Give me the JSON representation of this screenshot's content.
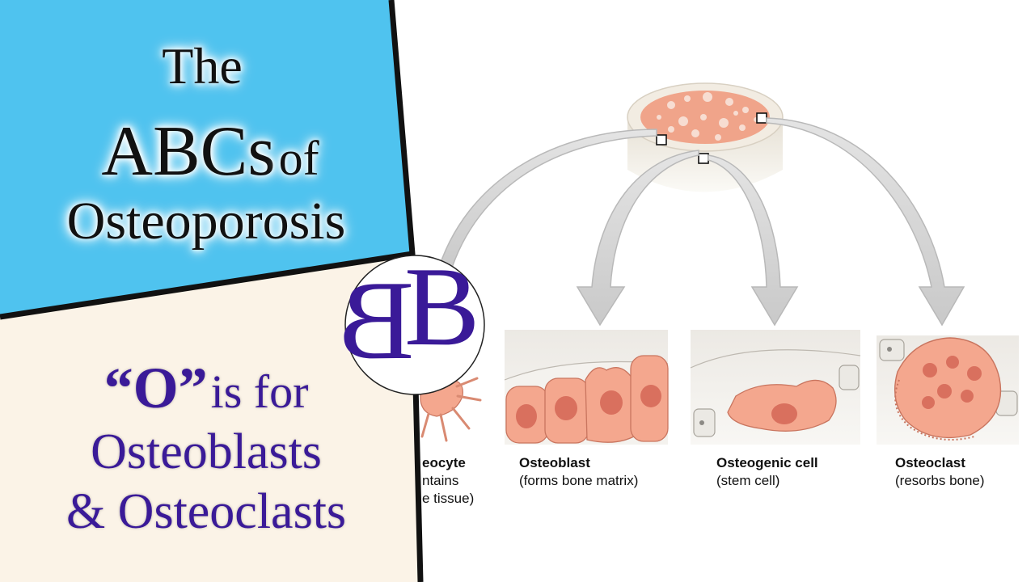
{
  "title": {
    "line1": "The",
    "line2_main": "ABCs",
    "line2_of": "of",
    "line3": "Osteoporosis"
  },
  "subtitle": {
    "letter": "“O”",
    "is_for": "is for",
    "line2": "Osteoblasts",
    "line3": "& Osteoclasts"
  },
  "logo": {
    "text": "B",
    "color": "#3a1a98"
  },
  "cells": [
    {
      "name": "Osteocyte",
      "desc": "(maintains bone tissue)",
      "visible_name": "eocyte",
      "visible_desc1": "ntains",
      "visible_desc2": "e tissue)"
    },
    {
      "name": "Osteoblast",
      "desc": "(forms bone matrix)"
    },
    {
      "name": "Osteogenic cell",
      "desc": "(stem cell)"
    },
    {
      "name": "Osteoclast",
      "desc": "(resorbs bone)"
    }
  ],
  "colors": {
    "title_panel": "#4fc3ef",
    "subtitle_panel": "#fbf3e7",
    "subtitle_text": "#3a1a98",
    "cell_fill": "#f4a78e",
    "nucleus": "#d9705e",
    "arrow": "#d2d2d2"
  }
}
